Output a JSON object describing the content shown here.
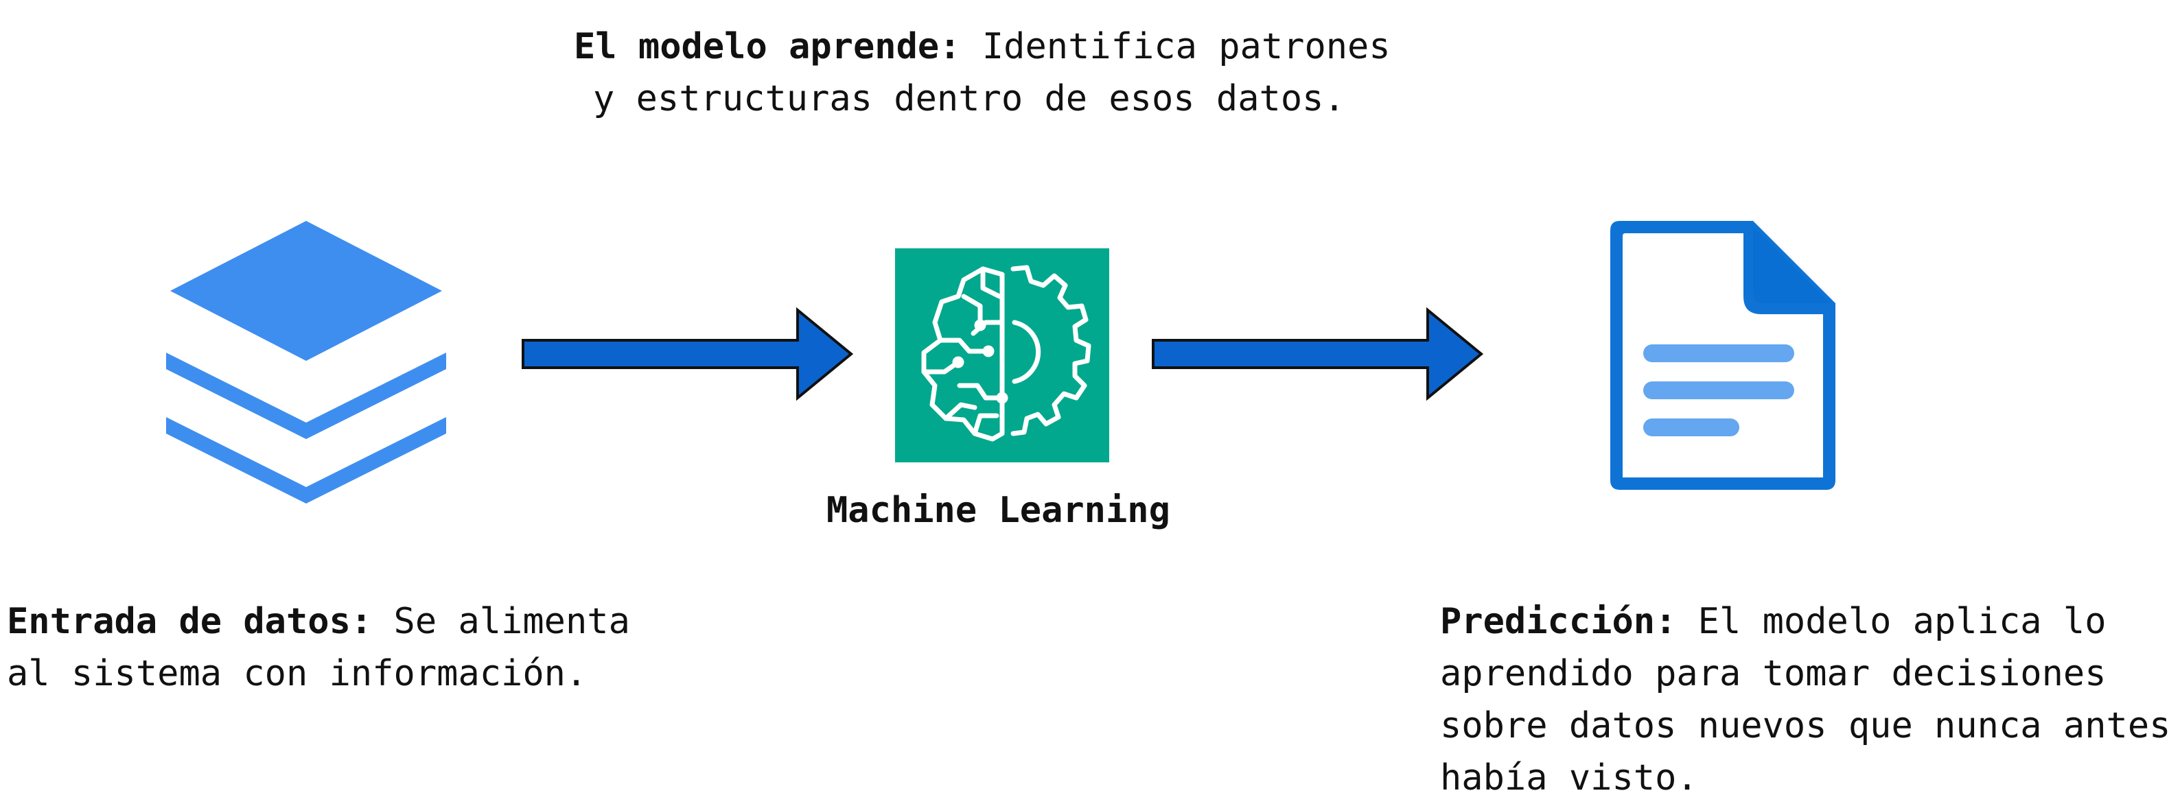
{
  "colors": {
    "stack": "#3e8ef0",
    "arrow_fill": "#0b63ce",
    "arrow_stroke": "#111111",
    "ml_bg": "#01a88d",
    "ml_icon": "#ffffff",
    "doc_outer": "#0f73d6",
    "doc_inner": "#ffffff",
    "doc_fold": "#0a6fd2",
    "doc_lines": "#64a6ef"
  },
  "icons": {
    "data": "layers-stack-icon",
    "model": "brain-gear-icon",
    "output": "document-icon"
  },
  "learning": {
    "title": "El modelo aprende:",
    "line1_rest": " Identifica patrones",
    "line2": "y estructuras dentro de esos datos."
  },
  "ml_label": "Machine Learning",
  "input": {
    "title": "Entrada de datos:",
    "line1_rest": " Se alimenta",
    "line2": "al sistema con información."
  },
  "prediction": {
    "title": "Predicción:",
    "line1_rest": " El modelo aplica lo",
    "line2": "aprendido para tomar decisiones",
    "line3": "sobre datos nuevos que nunca antes",
    "line4": "había visto."
  }
}
